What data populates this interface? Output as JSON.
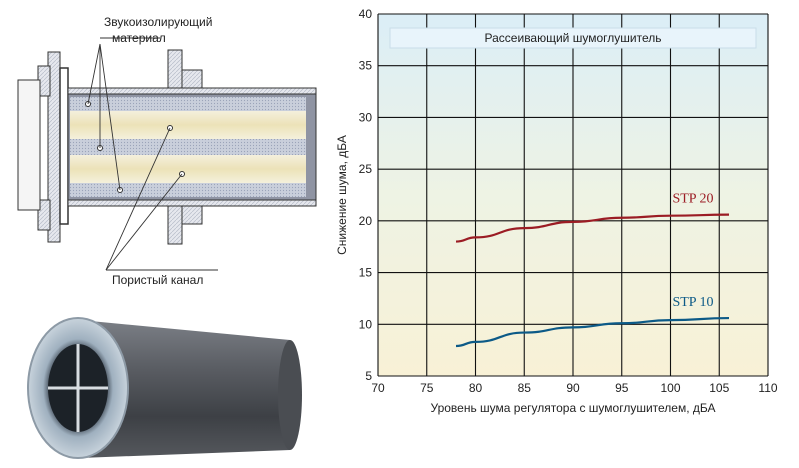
{
  "diagram": {
    "label_sound_material_line1": "Звукоизолирующий",
    "label_sound_material_line2": "материал",
    "label_porous_channel": "Пористый канал"
  },
  "chart_data": {
    "type": "line",
    "title": "Рассеивающий шумоглушитель",
    "xlabel": "Уровень шума регулятора с шумоглушителем, дБА",
    "ylabel": "Снижение шума, дБА",
    "xlim": [
      70,
      110
    ],
    "ylim": [
      5,
      40
    ],
    "xticks": [
      70,
      75,
      80,
      85,
      90,
      95,
      100,
      105,
      110
    ],
    "yticks": [
      5,
      10,
      15,
      20,
      25,
      30,
      35,
      40
    ],
    "grid": true,
    "background": "vertical gradient light blue to light yellow",
    "series": [
      {
        "name": "STP 20",
        "color": "#9b1c24",
        "x": [
          78,
          80,
          85,
          90,
          95,
          100,
          106
        ],
        "y": [
          18.0,
          18.4,
          19.3,
          19.9,
          20.3,
          20.5,
          20.6
        ]
      },
      {
        "name": "STP 10",
        "color": "#0c5a87",
        "x": [
          78,
          80,
          85,
          90,
          95,
          100,
          106
        ],
        "y": [
          7.9,
          8.3,
          9.2,
          9.7,
          10.1,
          10.4,
          10.6
        ]
      }
    ]
  }
}
